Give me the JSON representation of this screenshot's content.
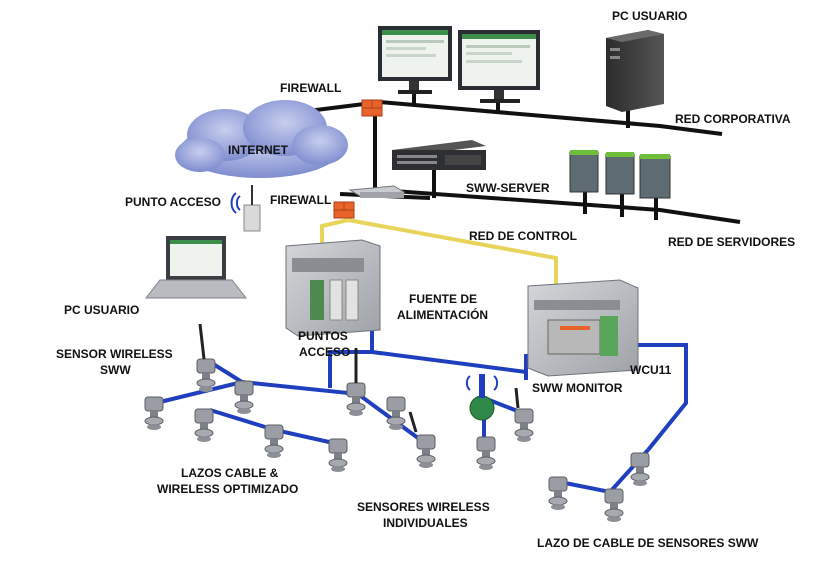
{
  "labels": {
    "pc_usuario_top": "PC USUARIO",
    "red_corporativa": "RED CORPORATIVA",
    "firewall_top": "FIREWALL",
    "internet": "INTERNET",
    "sww_server": "SWW-SERVER",
    "punto_acceso": "PUNTO ACCESO",
    "firewall_lower": "FIREWALL",
    "red_de_control": "RED DE CONTROL",
    "red_de_servidores": "RED DE SERVIDORES",
    "fuente_line1": "FUENTE DE",
    "fuente_line2": "ALIMENTACIÓN",
    "pc_usuario_left": "PC USUARIO",
    "puntos_line1": "PUNTOS",
    "puntos_line2": "ACCESO",
    "sensor_wireless_line1": "SENSOR WIRELESS",
    "sensor_wireless_line2": "SWW",
    "wcu11": "WCU11",
    "sww_monitor": "SWW MONITOR",
    "lazos_line1": "LAZOS CABLE &",
    "lazos_line2": "WIRELESS OPTIMIZADO",
    "sensores_line1": "SENSORES WIRELESS",
    "sensores_line2": "INDIVIDUALES",
    "lazo_cable": "LAZO DE CABLE DE SENSORES SWW"
  },
  "colors": {
    "network_line": "#111111",
    "control_line": "#e8d45a",
    "sensor_cable": "#1f3fbf",
    "firewall": "#e8622a",
    "cabinet": "#b9bcc0",
    "cloud": "#8e9bd8"
  }
}
